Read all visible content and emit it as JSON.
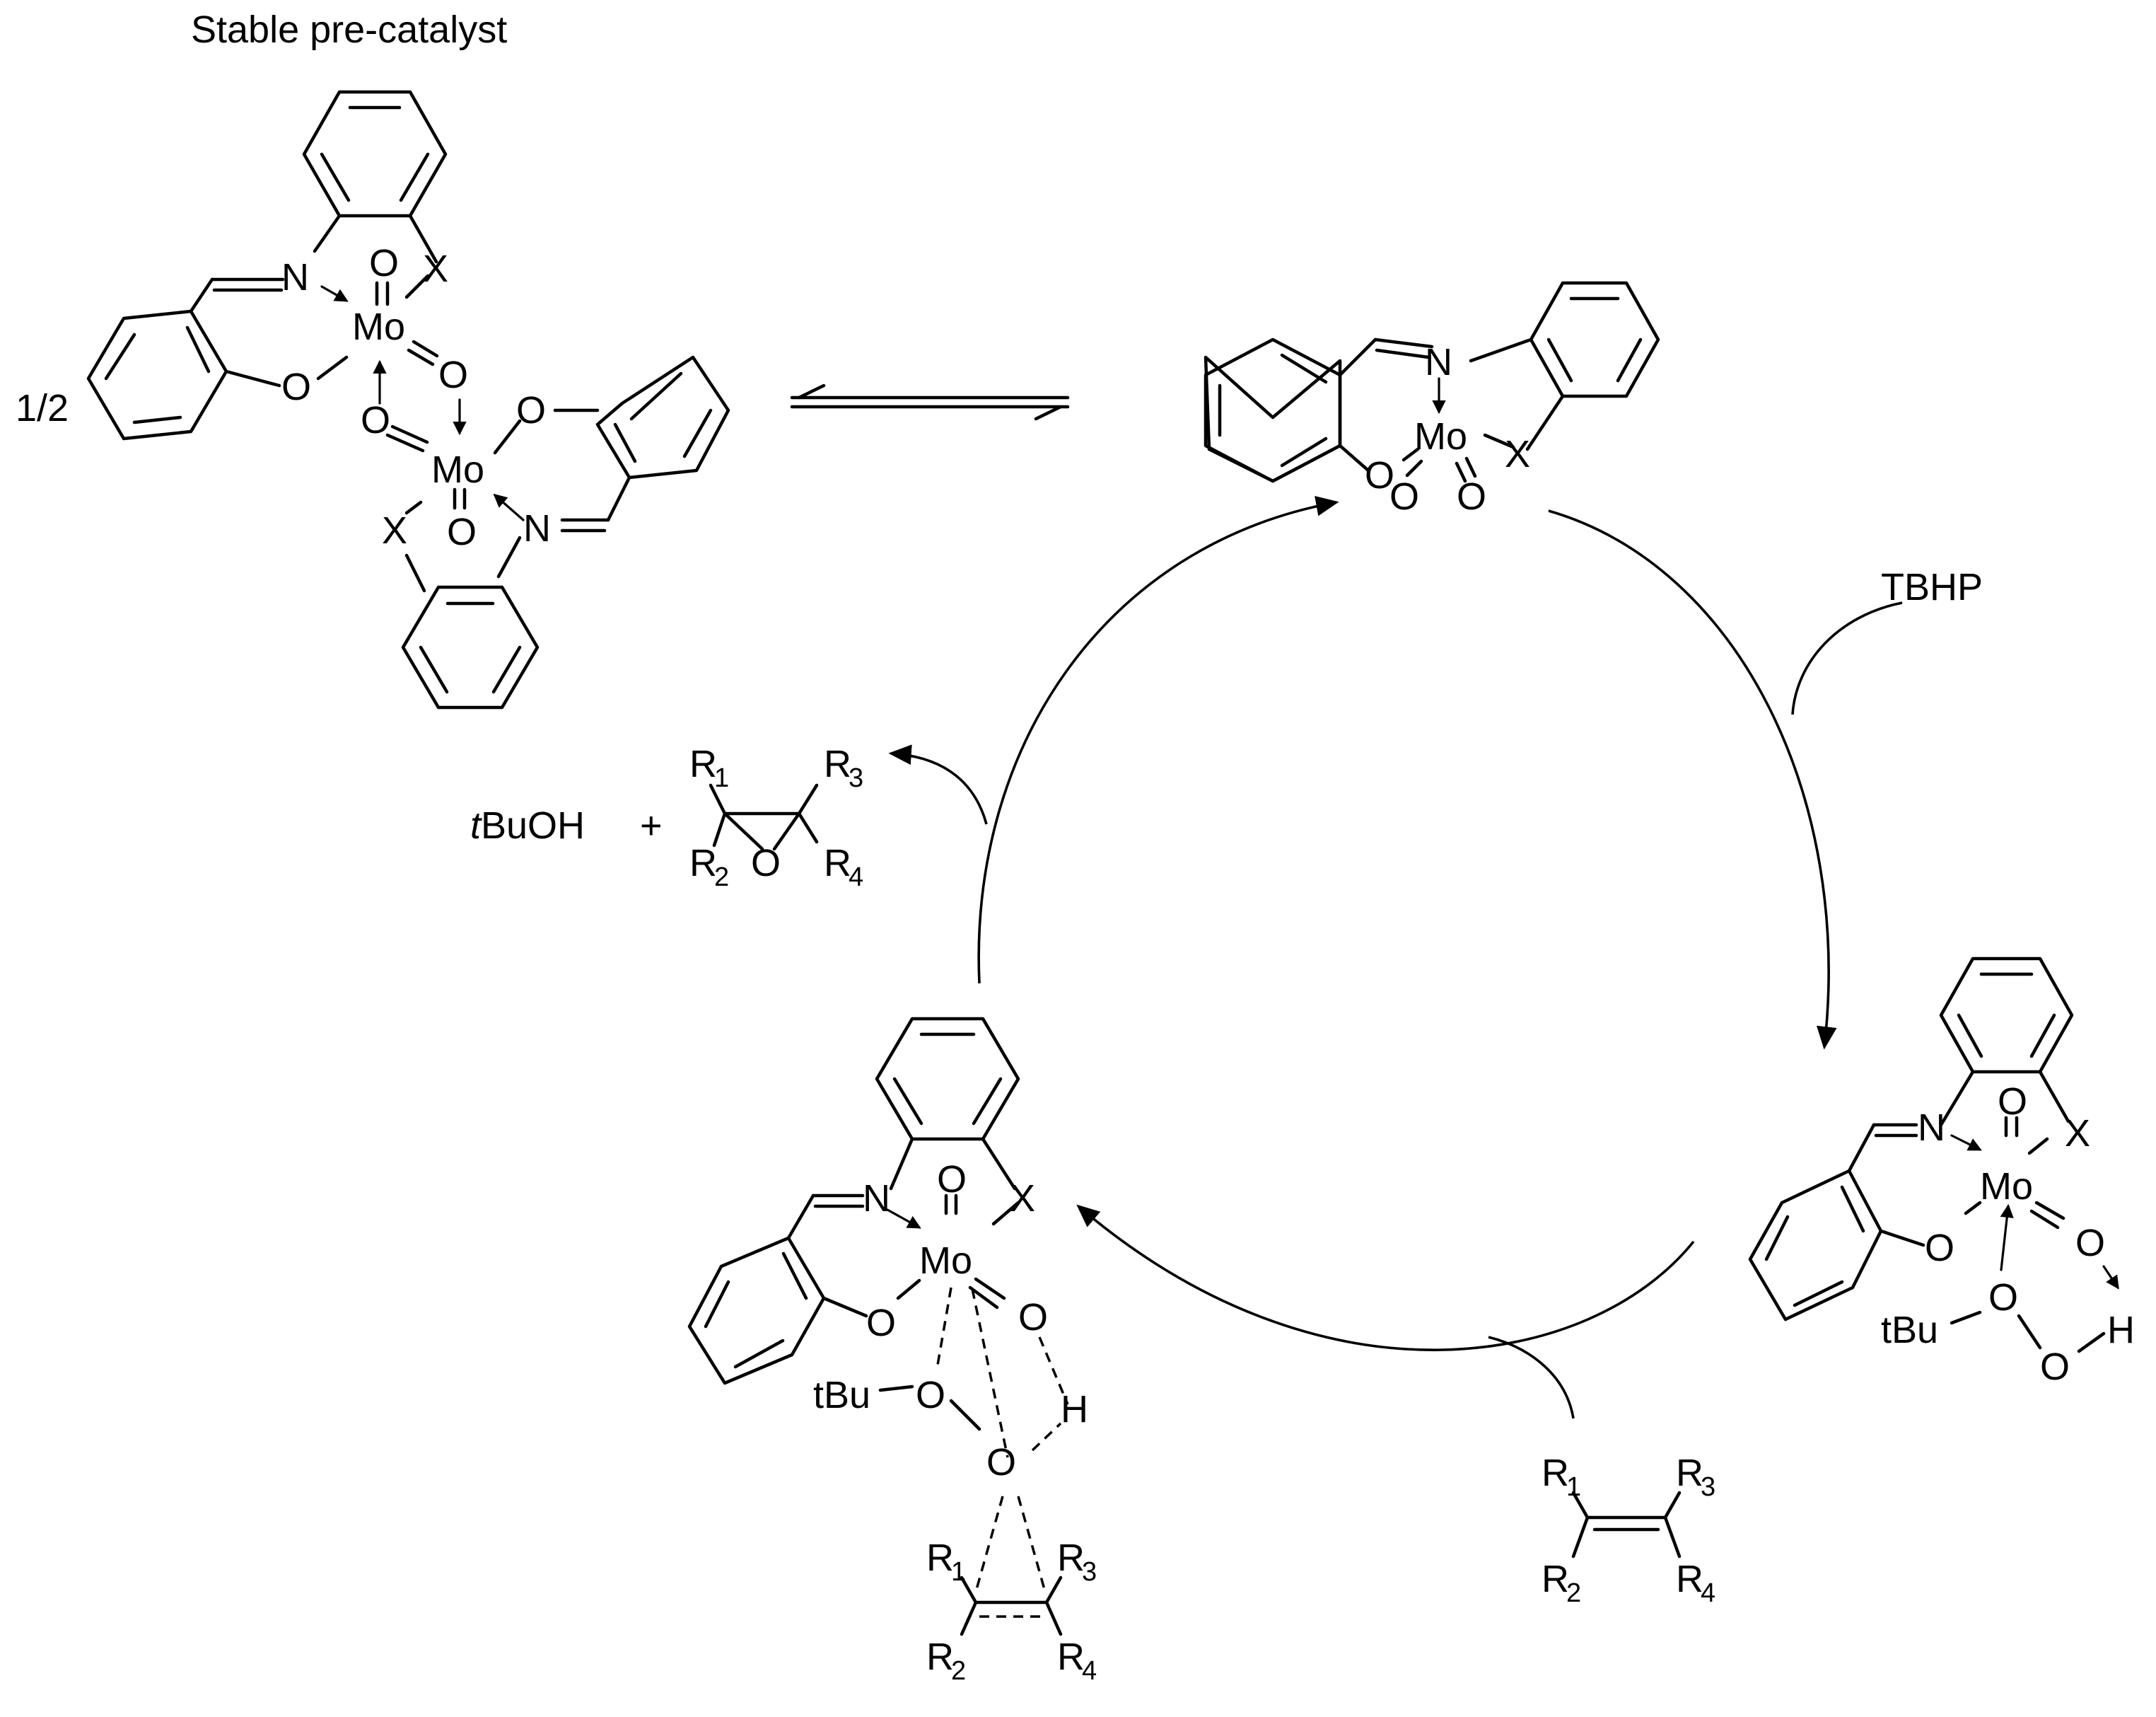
{
  "title": "Stable pre-catalyst",
  "fraction": "1/2",
  "reagent_in": "TBHP",
  "coproduct": {
    "prefix": "t",
    "rest": "BuOH",
    "plus": "+"
  },
  "atoms": {
    "Mo": "Mo",
    "O": "O",
    "N": "N",
    "X": "X",
    "H": "H",
    "tBu": "tBu",
    "R": "R"
  },
  "subscripts": {
    "s1": "1",
    "s2": "2",
    "s3": "3",
    "s4": "4"
  },
  "species": [
    "stable pre-catalyst dimer",
    "active dioxo Mo catalyst",
    "Mo–TBHP adduct",
    "epoxidation transition state",
    "alkene substrate",
    "epoxide product"
  ]
}
